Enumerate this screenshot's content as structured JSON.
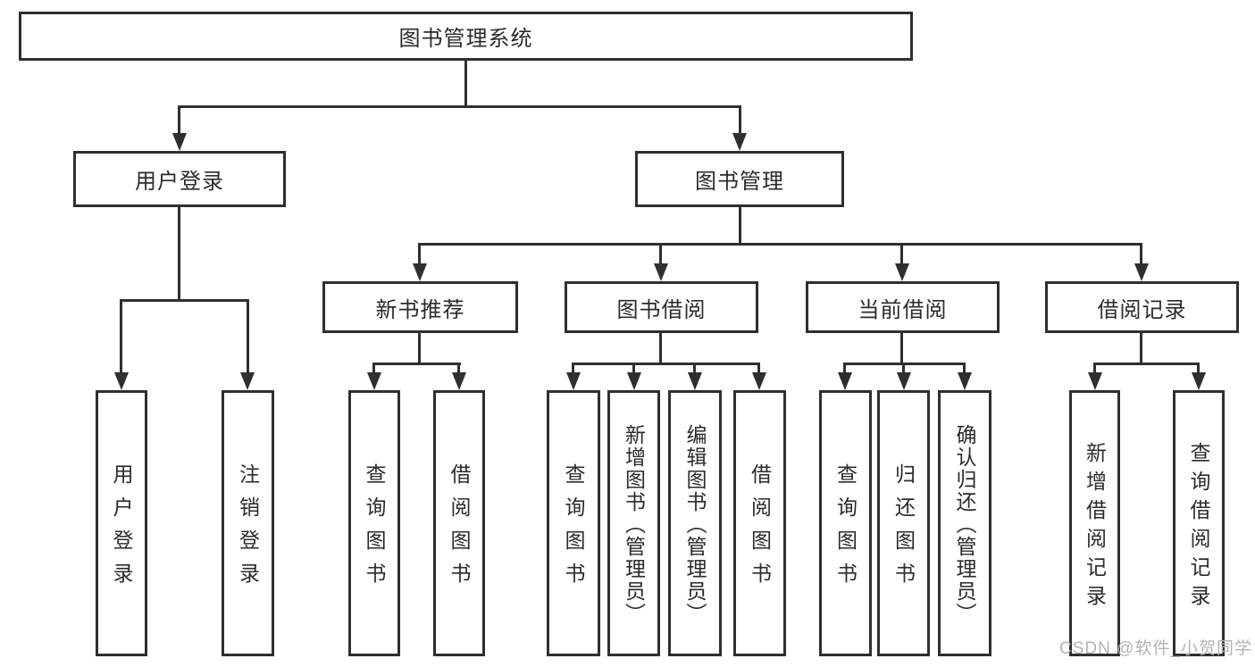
{
  "diagram_title": "图书管理系统",
  "tree": {
    "label": "图书管理系统",
    "children": [
      {
        "label": "用户登录",
        "children": [
          {
            "label": "用户登录"
          },
          {
            "label": "注销登录"
          }
        ]
      },
      {
        "label": "图书管理",
        "children": [
          {
            "label": "新书推荐",
            "children": [
              {
                "label": "查询图书"
              },
              {
                "label": "借阅图书"
              }
            ]
          },
          {
            "label": "图书借阅",
            "children": [
              {
                "label": "查询图书"
              },
              {
                "label": "新增图书（管理员）"
              },
              {
                "label": "编辑图书（管理员）"
              },
              {
                "label": "借阅图书"
              }
            ]
          },
          {
            "label": "当前借阅",
            "children": [
              {
                "label": "查询图书"
              },
              {
                "label": "归还图书"
              },
              {
                "label": "确认归还（管理员）"
              }
            ]
          },
          {
            "label": "借阅记录",
            "children": [
              {
                "label": "新增借阅记录"
              },
              {
                "label": "查询借阅记录"
              }
            ]
          }
        ]
      }
    ]
  },
  "watermark": "CSDN @软件_小贺同学",
  "colors": {
    "line": "#2f2f2f",
    "text": "#2b2b2b",
    "box_background": "#ffffff",
    "watermark": "#b3b3b3"
  }
}
